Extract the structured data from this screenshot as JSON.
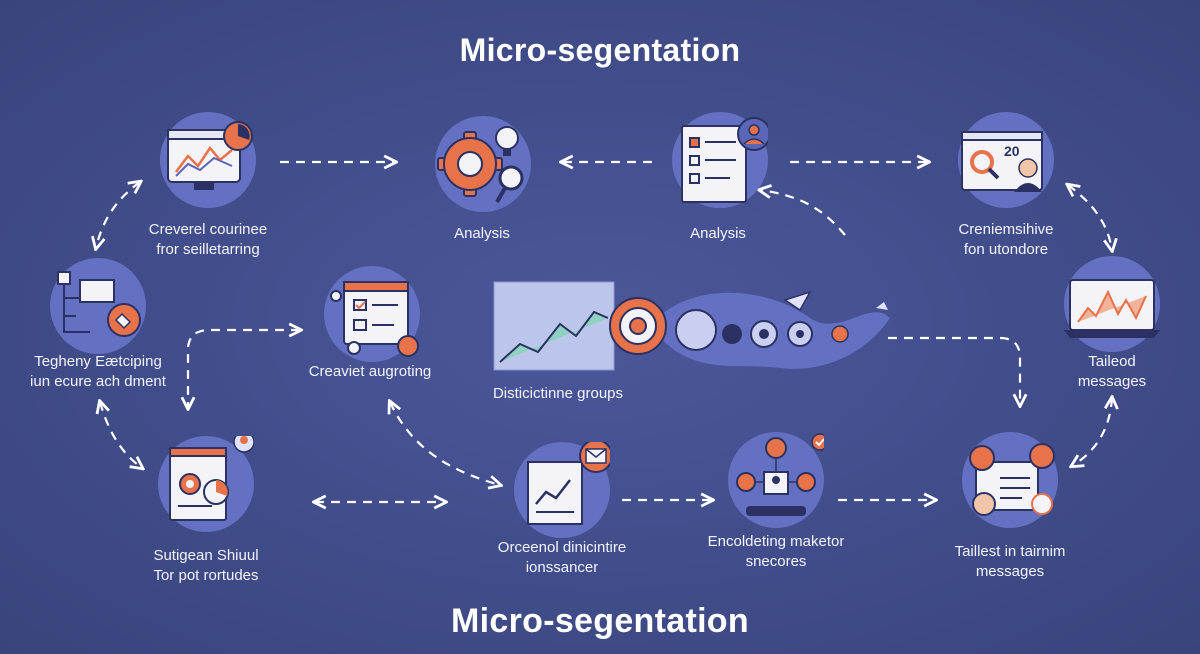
{
  "title_top": "Micro-segentation",
  "title_bottom": "Micro-segentation",
  "labels": {
    "n1": [
      "Creverel courinee",
      "fror seilletarring"
    ],
    "n2": [
      "Analysis"
    ],
    "n3": [
      "Analysis"
    ],
    "n4": [
      "Creniemsihive",
      "fon utondore"
    ],
    "n5": [
      "Tegheny Eætciping",
      "iun ecure ach dment"
    ],
    "n6": [
      "Creaviet augroting"
    ],
    "n7": [
      "Disticictinne groups"
    ],
    "n8": [
      "Taileod",
      "messages"
    ],
    "n9": [
      "Sutigean Shiuul",
      "Tor pot rortudes"
    ],
    "n10": [
      "Orceenol dinicintire",
      "ionssancer"
    ],
    "n11": [
      "Encoldeting maketor",
      "snecores"
    ],
    "n12": [
      "Taillest in tairnim",
      "messages"
    ]
  },
  "card_text": "20"
}
